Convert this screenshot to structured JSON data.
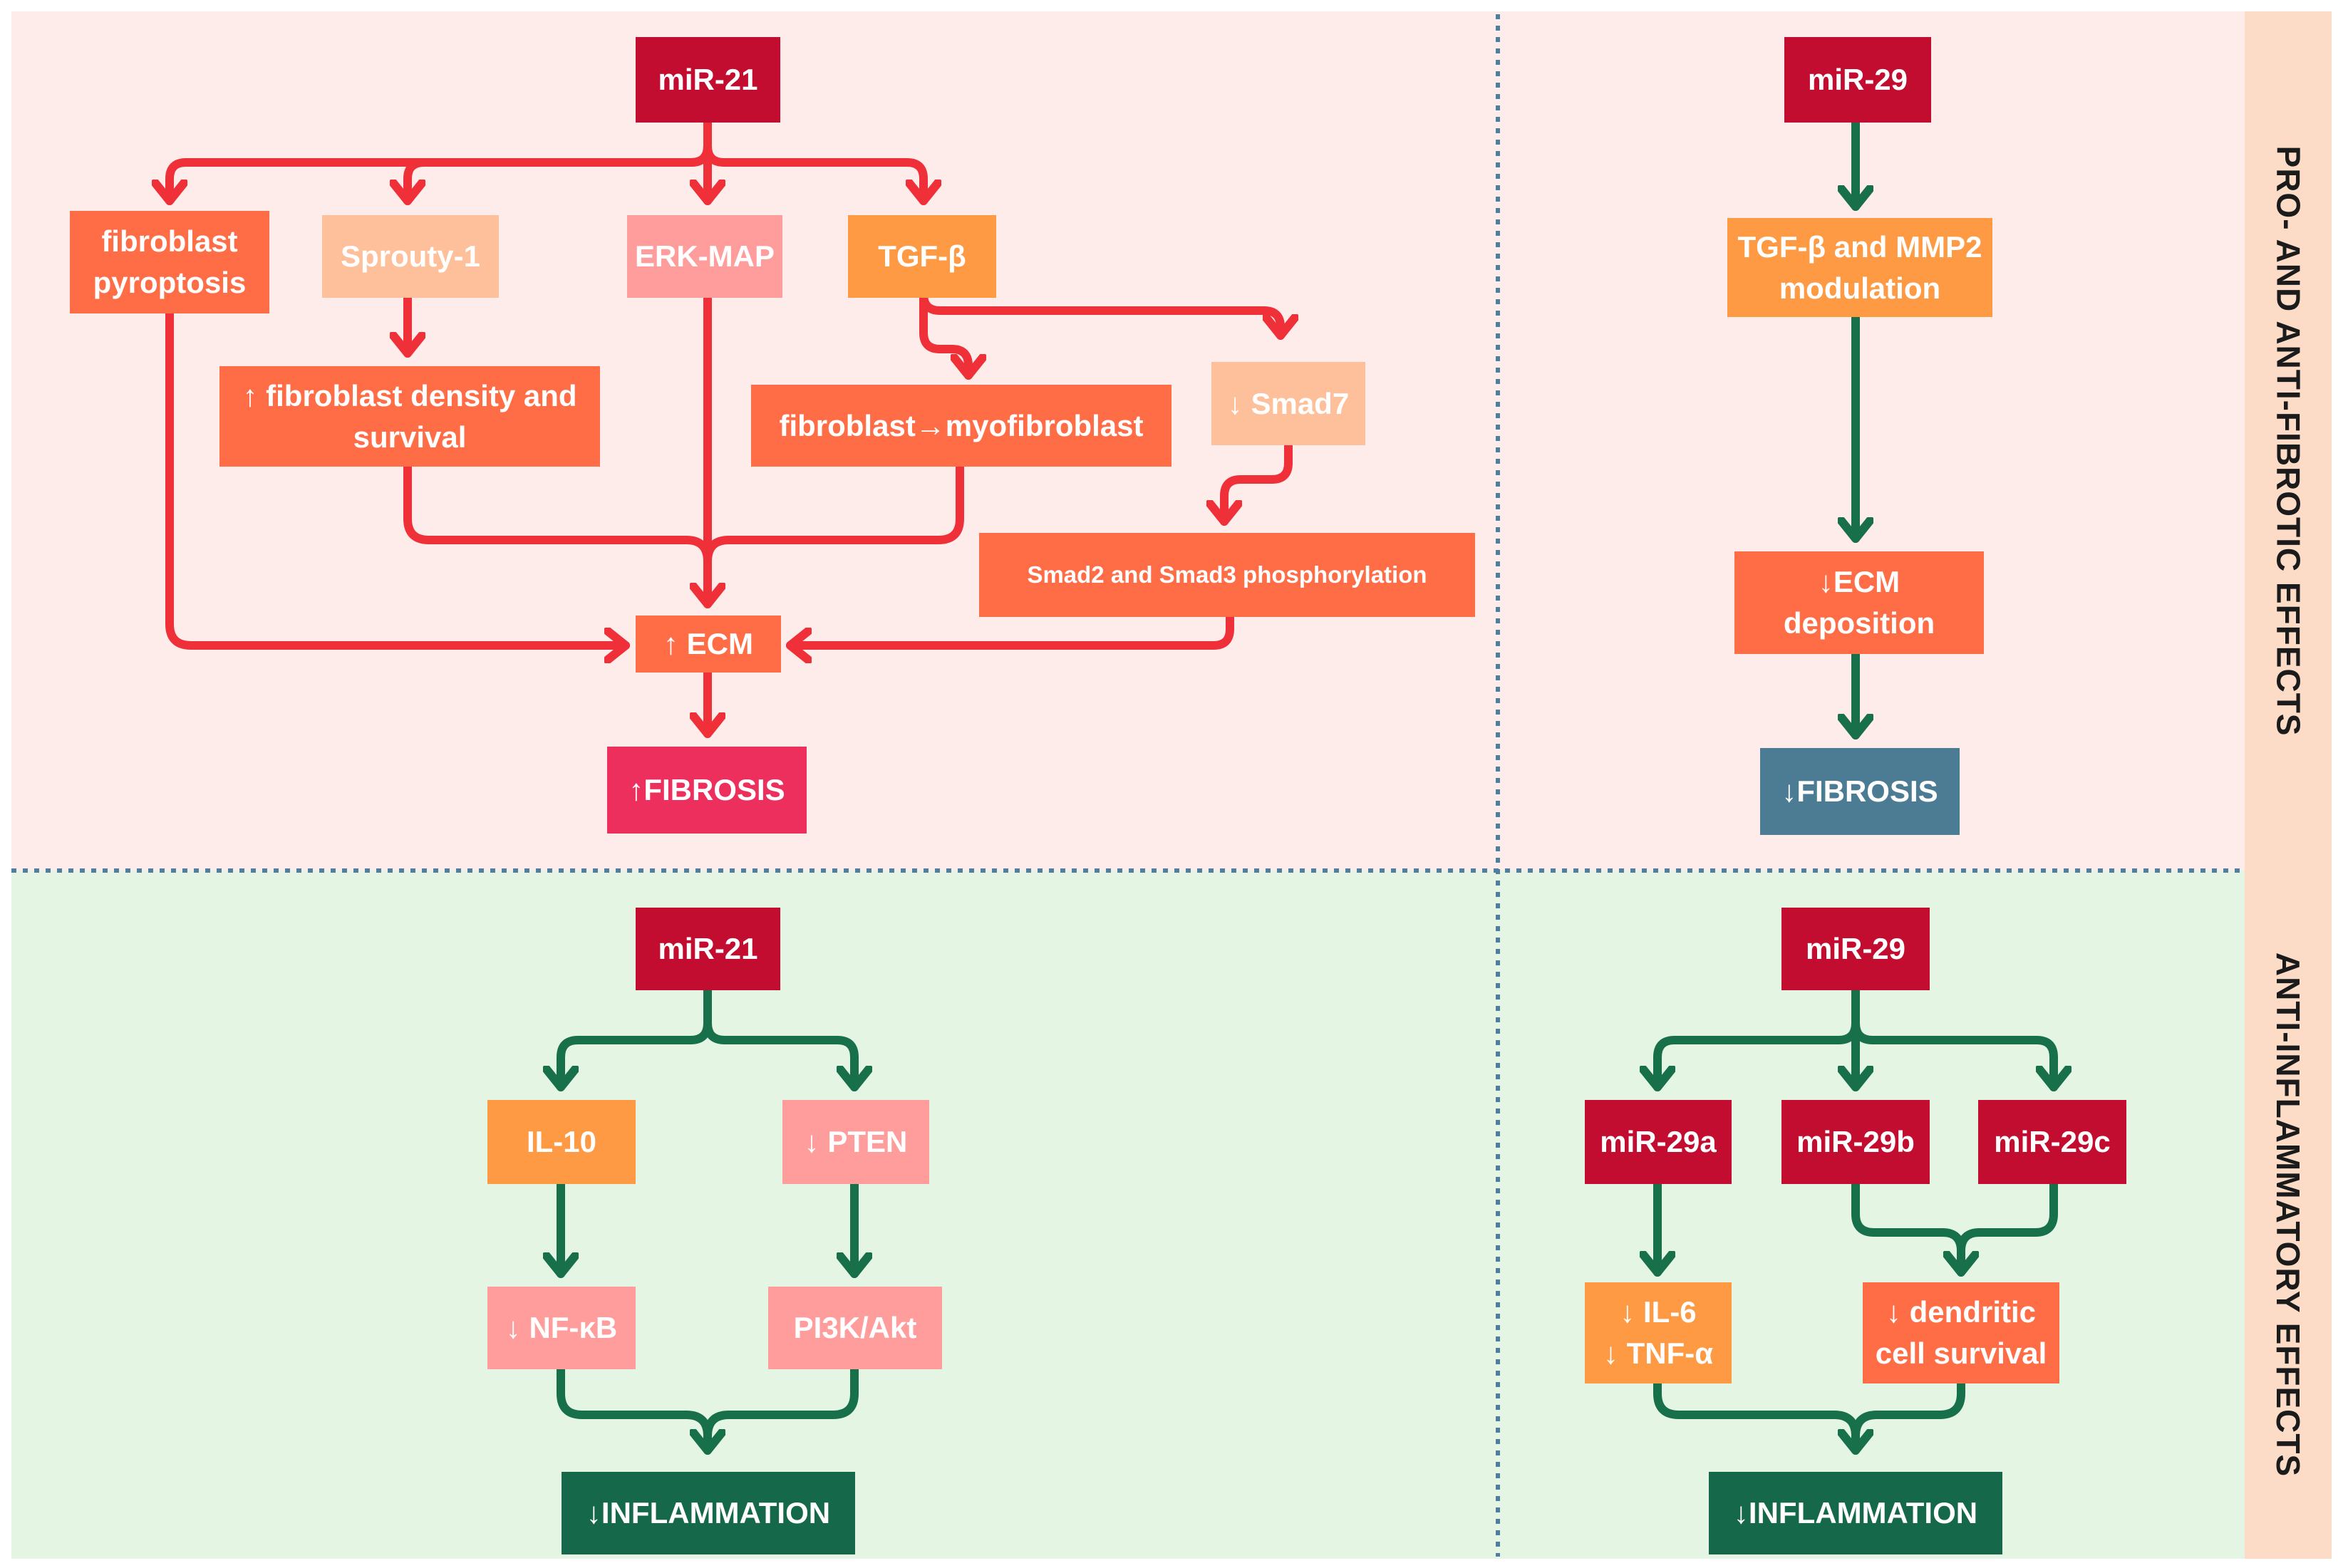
{
  "colors": {
    "bg_fibrotic": "#fdecea",
    "bg_inflammatory": "#e5f5e3",
    "side_strip": "#fcdcc7",
    "divider": "#4f7ea0",
    "pro_arrow": "#f03038",
    "anti_arrow": "#17704a",
    "mir_box": "#c20d30",
    "orange": "#ff9a44",
    "salmon": "#ff6d47",
    "peach": "#fec09a",
    "pink": "#fe9d9c",
    "fibrosis_up": "#ec2f5c",
    "fibrosis_down": "#4b7c93",
    "inflammation": "#156849"
  },
  "side_labels": {
    "top": "PRO- AND ANTI-FIBROTIC EFFECTS",
    "bottom": "ANTI-INFLAMMATORY EFFECTS"
  },
  "fibrotic_left": {
    "mir": "miR-21",
    "pyroptosis": "fibroblast\npyroptosis",
    "sprouty": "Sprouty-1",
    "erk": "ERK-MAP",
    "tgf": "TGF-β",
    "density": "↑ fibroblast density and\nsurvival",
    "myofibroblast": "fibroblast→myofibroblast",
    "smad7": "↓ Smad7",
    "smad23": "Smad2 and Smad3 phosphorylation",
    "ecm": "↑ ECM",
    "fibrosis": "↑FIBROSIS"
  },
  "fibrotic_right": {
    "mir": "miR-29",
    "modulation": "TGF-β and MMP2\nmodulation",
    "ecm": "↓ECM\ndeposition",
    "fibrosis": "↓FIBROSIS"
  },
  "inflammatory_left": {
    "mir": "miR-21",
    "il10": "IL-10",
    "pten": "↓ PTEN",
    "nfkb": "↓ NF-κB",
    "pi3k": "PI3K/Akt",
    "inflammation": "↓INFLAMMATION"
  },
  "inflammatory_right": {
    "mir": "miR-29",
    "mir29a": "miR-29a",
    "mir29b": "miR-29b",
    "mir29c": "miR-29c",
    "il6": "↓ IL-6\n↓ TNF-α",
    "dendritic": "↓ dendritic\ncell survival",
    "inflammation": "↓INFLAMMATION"
  }
}
